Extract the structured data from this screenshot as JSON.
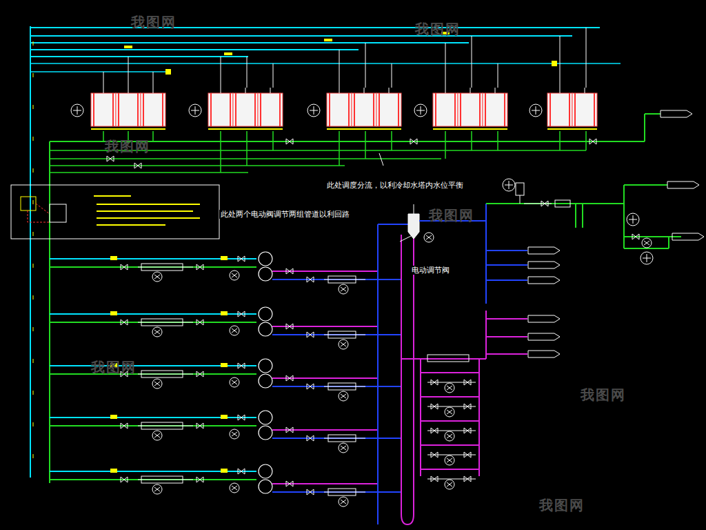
{
  "diagram": {
    "labels": [
      "此处调度分流，以利冷却水塔内水位平衡",
      "此处两个电动阀调节两组管道以利回路",
      "电动调节阀",
      "我图网",
      "我图网",
      "我图网",
      "我图网",
      "我图网",
      "我图网",
      "我图网"
    ]
  }
}
